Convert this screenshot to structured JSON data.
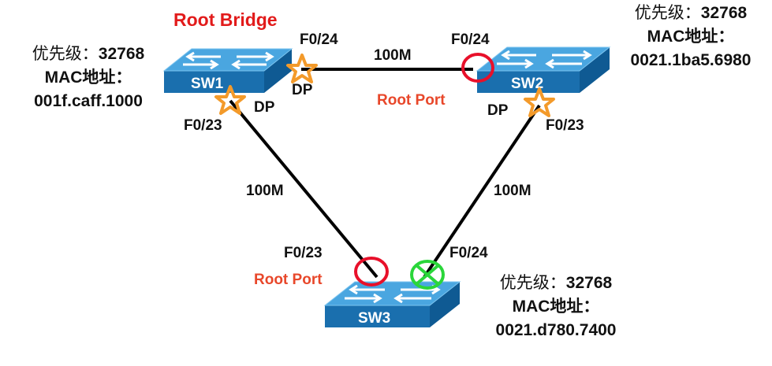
{
  "labels": {
    "root_bridge": "Root Bridge",
    "priority_label": "优先级：",
    "mac_label": "MAC地址："
  },
  "colors": {
    "switch_top": "#4aa6e0",
    "switch_side": "#1a6fae",
    "link": "#000000",
    "designated_port_star": "#f39a2a",
    "root_port_circle": "#e8102a",
    "blocked_port": "#2ad63a",
    "root_text": "#e21b1b"
  },
  "switches": [
    {
      "name": "SW1",
      "priority": "32768",
      "mac": "001f.caff.1000",
      "is_root": true
    },
    {
      "name": "SW2",
      "priority": "32768",
      "mac": "0021.1ba5.6980",
      "is_root": false
    },
    {
      "name": "SW3",
      "priority": "32768",
      "mac": "0021.d780.7400",
      "is_root": false
    }
  ],
  "links": [
    {
      "from": "SW1",
      "to": "SW2",
      "bandwidth": "100M"
    },
    {
      "from": "SW1",
      "to": "SW3",
      "bandwidth": "100M"
    },
    {
      "from": "SW2",
      "to": "SW3",
      "bandwidth": "100M"
    }
  ],
  "ports": {
    "sw1_f024": {
      "name": "F0/24",
      "role": "DP",
      "marker": "star-icon"
    },
    "sw1_f023": {
      "name": "F0/23",
      "role": "DP",
      "marker": "star-icon"
    },
    "sw2_f024": {
      "name": "F0/24",
      "role": "Root Port",
      "marker": "circle-icon"
    },
    "sw2_f023": {
      "name": "F0/23",
      "role": "DP",
      "marker": "star-icon"
    },
    "sw3_f023": {
      "name": "F0/23",
      "role": "Root Port",
      "marker": "circle-icon"
    },
    "sw3_f024": {
      "name": "F0/24",
      "role": "",
      "marker": "blocked-circle-x-icon"
    }
  }
}
